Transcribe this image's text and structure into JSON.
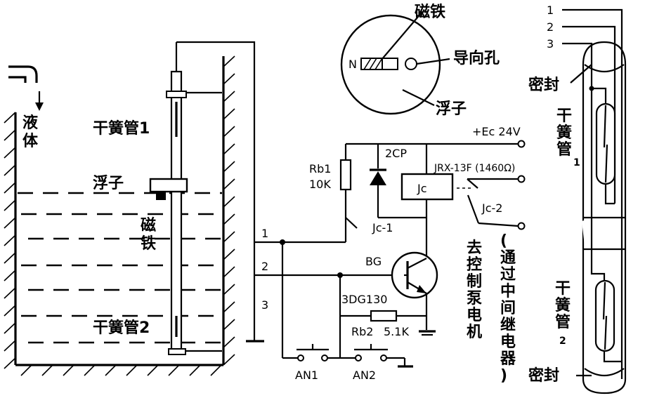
{
  "labels": {
    "liquid_line1": "液",
    "liquid_line2": "体",
    "reed1": "干簧管1",
    "float": "浮子",
    "magnet_line1": "磁",
    "magnet_line2": "铁",
    "reed2": "干簧管2",
    "magnet_top": "磁铁",
    "north": "N",
    "guide_hole": "导向孔",
    "float_top": "浮子",
    "supply": "+Ec 24V",
    "diode": "2CP",
    "relay_model": "JRX-13F (1460Ω)",
    "rb1_name": "Rb1",
    "rb1_val": "10K",
    "relay_coil": "Jc",
    "contact1": "Jc-1",
    "contact2": "Jc-2",
    "transistor_name": "BG",
    "transistor_model": "3DG130",
    "rb2_name": "Rb2",
    "rb2_val": "5.1K",
    "term1": "1",
    "term2": "2",
    "term3": "3",
    "an1": "AN1",
    "an2": "AN2",
    "pump_col1": [
      "去",
      "控",
      "制",
      "泵",
      "电",
      "机"
    ],
    "pump_col2": [
      "(",
      "通",
      "过",
      "中",
      "间",
      "继",
      "电",
      "器",
      ")"
    ],
    "right_1": "1",
    "right_2": "2",
    "right_3": "3",
    "seal_top": "密封",
    "reed_r1": [
      "干",
      "簧",
      "管",
      "1"
    ],
    "reed_r2": [
      "干",
      "簧",
      "管",
      "2"
    ],
    "seal_bottom": "密封"
  }
}
